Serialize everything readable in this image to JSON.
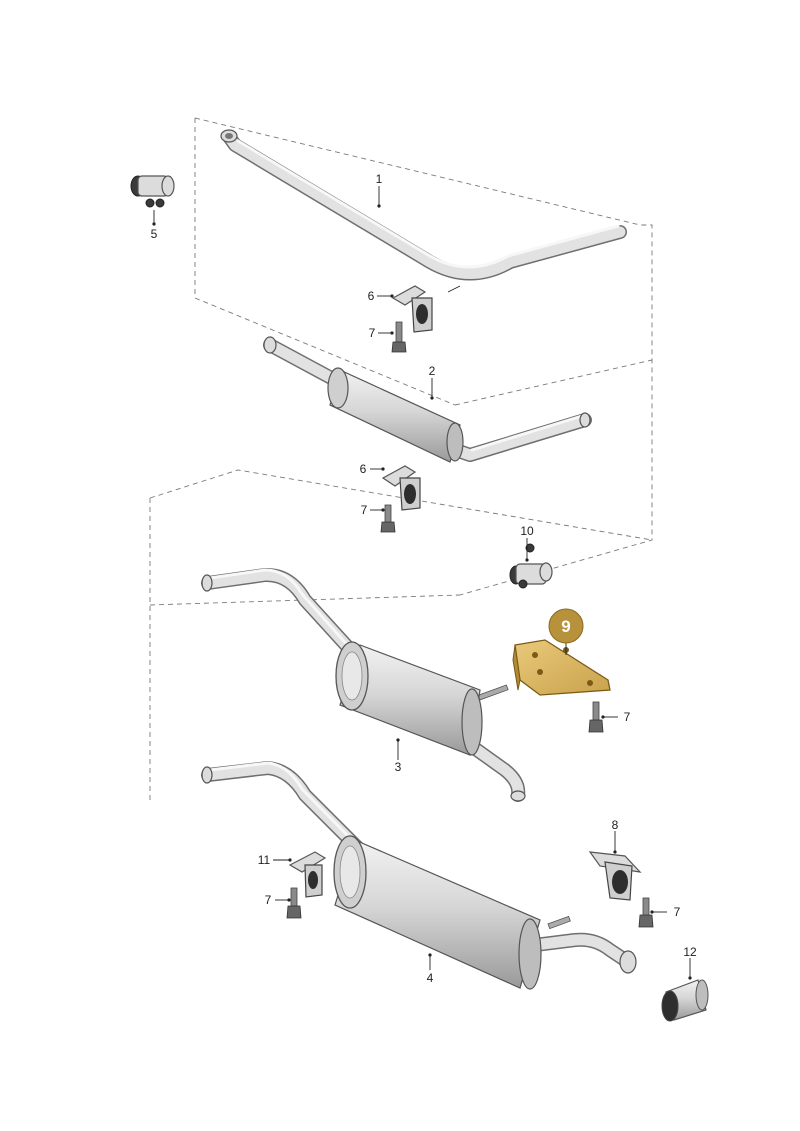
{
  "diagram": {
    "accent_color": "#b8923a",
    "highlighted_callout": "9",
    "callouts": [
      {
        "id": "c1",
        "label": "1"
      },
      {
        "id": "c2",
        "label": "2"
      },
      {
        "id": "c3",
        "label": "3"
      },
      {
        "id": "c4",
        "label": "4"
      },
      {
        "id": "c5",
        "label": "5"
      },
      {
        "id": "c6a",
        "label": "6"
      },
      {
        "id": "c6b",
        "label": "6"
      },
      {
        "id": "c7a",
        "label": "7"
      },
      {
        "id": "c7b",
        "label": "7"
      },
      {
        "id": "c7c",
        "label": "7"
      },
      {
        "id": "c7d",
        "label": "7"
      },
      {
        "id": "c7e",
        "label": "7"
      },
      {
        "id": "c8",
        "label": "8"
      },
      {
        "id": "c9",
        "label": "9"
      },
      {
        "id": "c10",
        "label": "10"
      },
      {
        "id": "c11",
        "label": "11"
      },
      {
        "id": "c12",
        "label": "12"
      }
    ]
  }
}
